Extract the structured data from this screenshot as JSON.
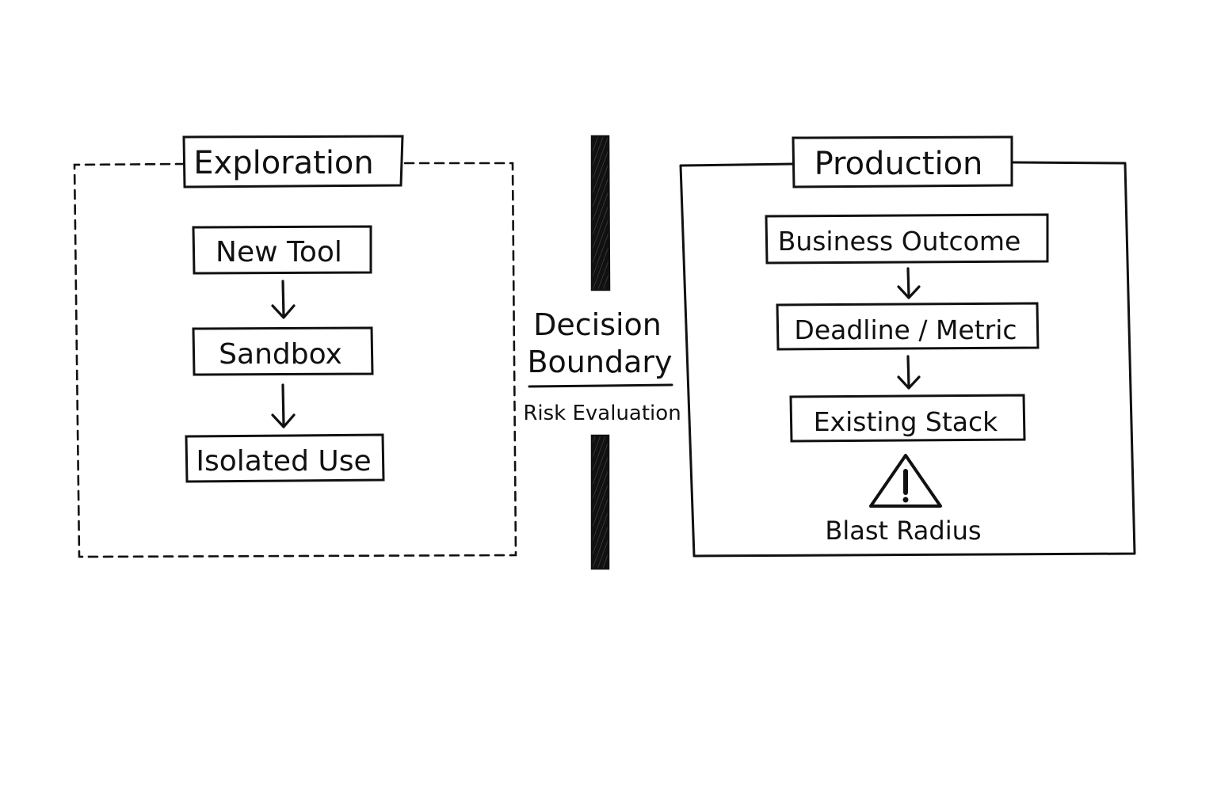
{
  "exploration": {
    "title": "Exploration",
    "steps": [
      "New Tool",
      "Sandbox",
      "Isolated Use"
    ]
  },
  "boundary": {
    "title_line1": "Decision",
    "title_line2": "Boundary",
    "subtitle": "Risk Evaluation"
  },
  "production": {
    "title": "Production",
    "steps": [
      "Business Outcome",
      "Deadline / Metric",
      "Existing Stack"
    ],
    "warning_label": "Blast Radius"
  },
  "colors": {
    "ink": "#111111",
    "background": "#ffffff"
  }
}
